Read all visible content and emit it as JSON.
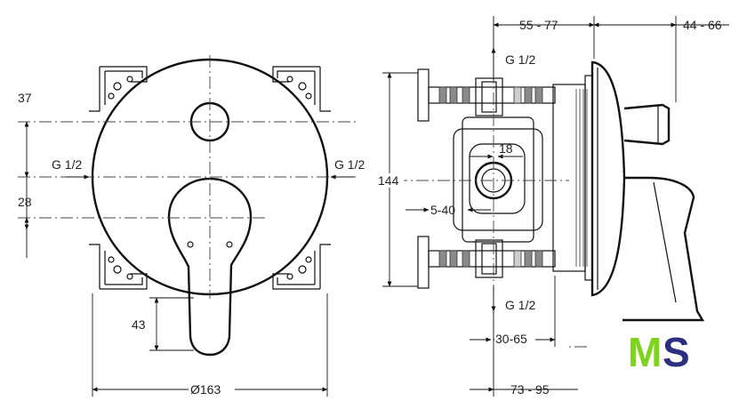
{
  "front_view": {
    "dim_37": "37",
    "dim_28": "28",
    "dim_43": "43",
    "dim_diameter": "Ø163",
    "inlet_left": "G 1/2",
    "inlet_right": "G 1/2"
  },
  "side_view": {
    "dim_55_77": "55 - 77",
    "dim_44_66": "44 - 66",
    "dim_144": "144",
    "dim_18": "18",
    "dim_5_40": "5-40",
    "dim_30_65": "30-65",
    "dim_73_95": "73 - 95",
    "outlet_top": "G 1/2",
    "outlet_bottom": "G 1/2"
  },
  "logo": {
    "letter_m": "M",
    "letter_s": "S",
    "colors": {
      "m": "#7ed321",
      "s": "#2b2f7e"
    }
  }
}
